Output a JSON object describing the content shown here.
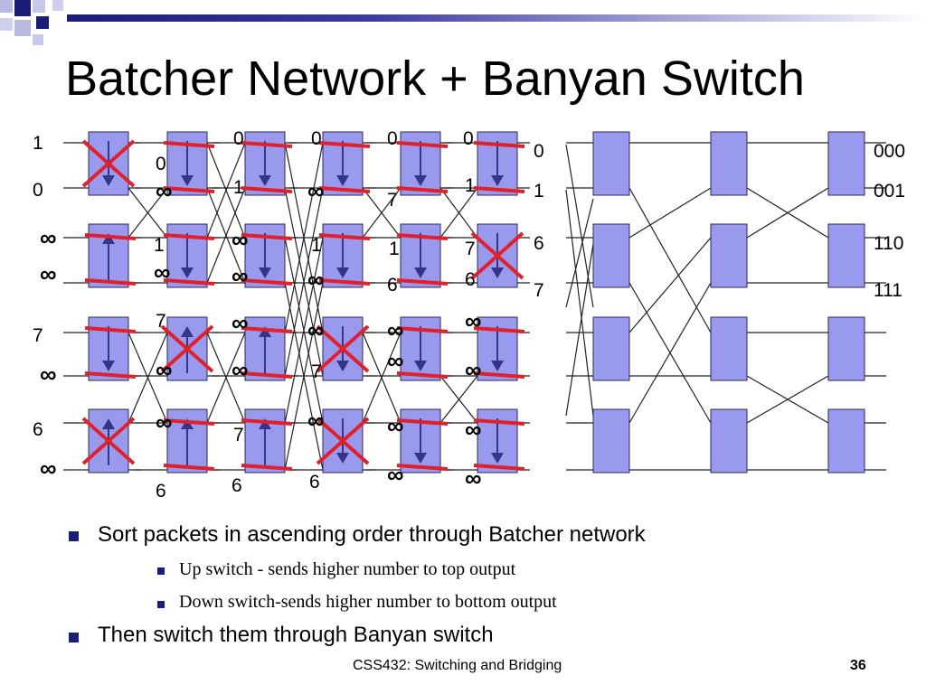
{
  "slide": {
    "title": "Batcher Network + Banyan Switch",
    "footer": "CSS432: Switching and Bridging",
    "page_number": "36"
  },
  "bullets": {
    "b1": "Sort packets in ascending order through Batcher network",
    "b1_sub1": "Up switch - sends higher number to top output",
    "b1_sub2": " Down switch-sends higher number to bottom output",
    "b2": "Then switch them through Banyan switch"
  },
  "batcher": {
    "inputs": [
      "1",
      "0",
      "∞",
      "∞",
      "7",
      "∞",
      "6",
      "∞"
    ],
    "stages": [
      {
        "labels": [
          "0",
          "∞",
          "1",
          "∞",
          "7",
          "∞",
          "∞",
          "6"
        ],
        "switches": [
          {
            "dir": "down",
            "state": "cross"
          },
          {
            "dir": "up",
            "state": "straight"
          },
          {
            "dir": "down",
            "state": "straight"
          },
          {
            "dir": "up",
            "state": "cross"
          }
        ]
      },
      {
        "labels": [
          "0",
          "1",
          "∞",
          "∞",
          "∞",
          "∞",
          "7",
          "6"
        ],
        "switches": [
          {
            "dir": "down",
            "state": "straight"
          },
          {
            "dir": "down",
            "state": "straight"
          },
          {
            "dir": "up",
            "state": "cross"
          },
          {
            "dir": "up",
            "state": "straight"
          }
        ]
      },
      {
        "labels": [
          "0",
          "∞",
          "1",
          "∞",
          "∞",
          "7",
          "∞",
          "6"
        ],
        "switches": [
          {
            "dir": "down",
            "state": "straight"
          },
          {
            "dir": "down",
            "state": "straight"
          },
          {
            "dir": "up",
            "state": "straight"
          },
          {
            "dir": "up",
            "state": "straight"
          }
        ]
      },
      {
        "labels": [
          "0",
          "7",
          "1",
          "6",
          "∞",
          "∞",
          "∞",
          "∞"
        ],
        "switches": [
          {
            "dir": "down",
            "state": "straight"
          },
          {
            "dir": "down",
            "state": "straight"
          },
          {
            "dir": "down",
            "state": "cross"
          },
          {
            "dir": "down",
            "state": "cross"
          }
        ]
      },
      {
        "labels": [
          "0",
          "1",
          "7",
          "6",
          "∞",
          "∞",
          "∞",
          "∞"
        ],
        "switches": [
          {
            "dir": "down",
            "state": "straight"
          },
          {
            "dir": "down",
            "state": "straight"
          },
          {
            "dir": "down",
            "state": "straight"
          },
          {
            "dir": "down",
            "state": "straight"
          }
        ]
      },
      {
        "labels": [
          "0",
          "1",
          "6",
          "7"
        ],
        "switches": [
          {
            "dir": "down",
            "state": "straight"
          },
          {
            "dir": "down",
            "state": "cross"
          },
          {
            "dir": "down",
            "state": "straight"
          },
          {
            "dir": "down",
            "state": "straight"
          }
        ]
      }
    ]
  },
  "banyan": {
    "outputs": [
      "000",
      "001",
      "110",
      "111"
    ]
  },
  "colors": {
    "switch_fill": "#9999ee",
    "switch_border": "#2a2a55",
    "arrow": "#34348a",
    "state_mark": "#e0202a",
    "bullet": "#1b1b78"
  }
}
